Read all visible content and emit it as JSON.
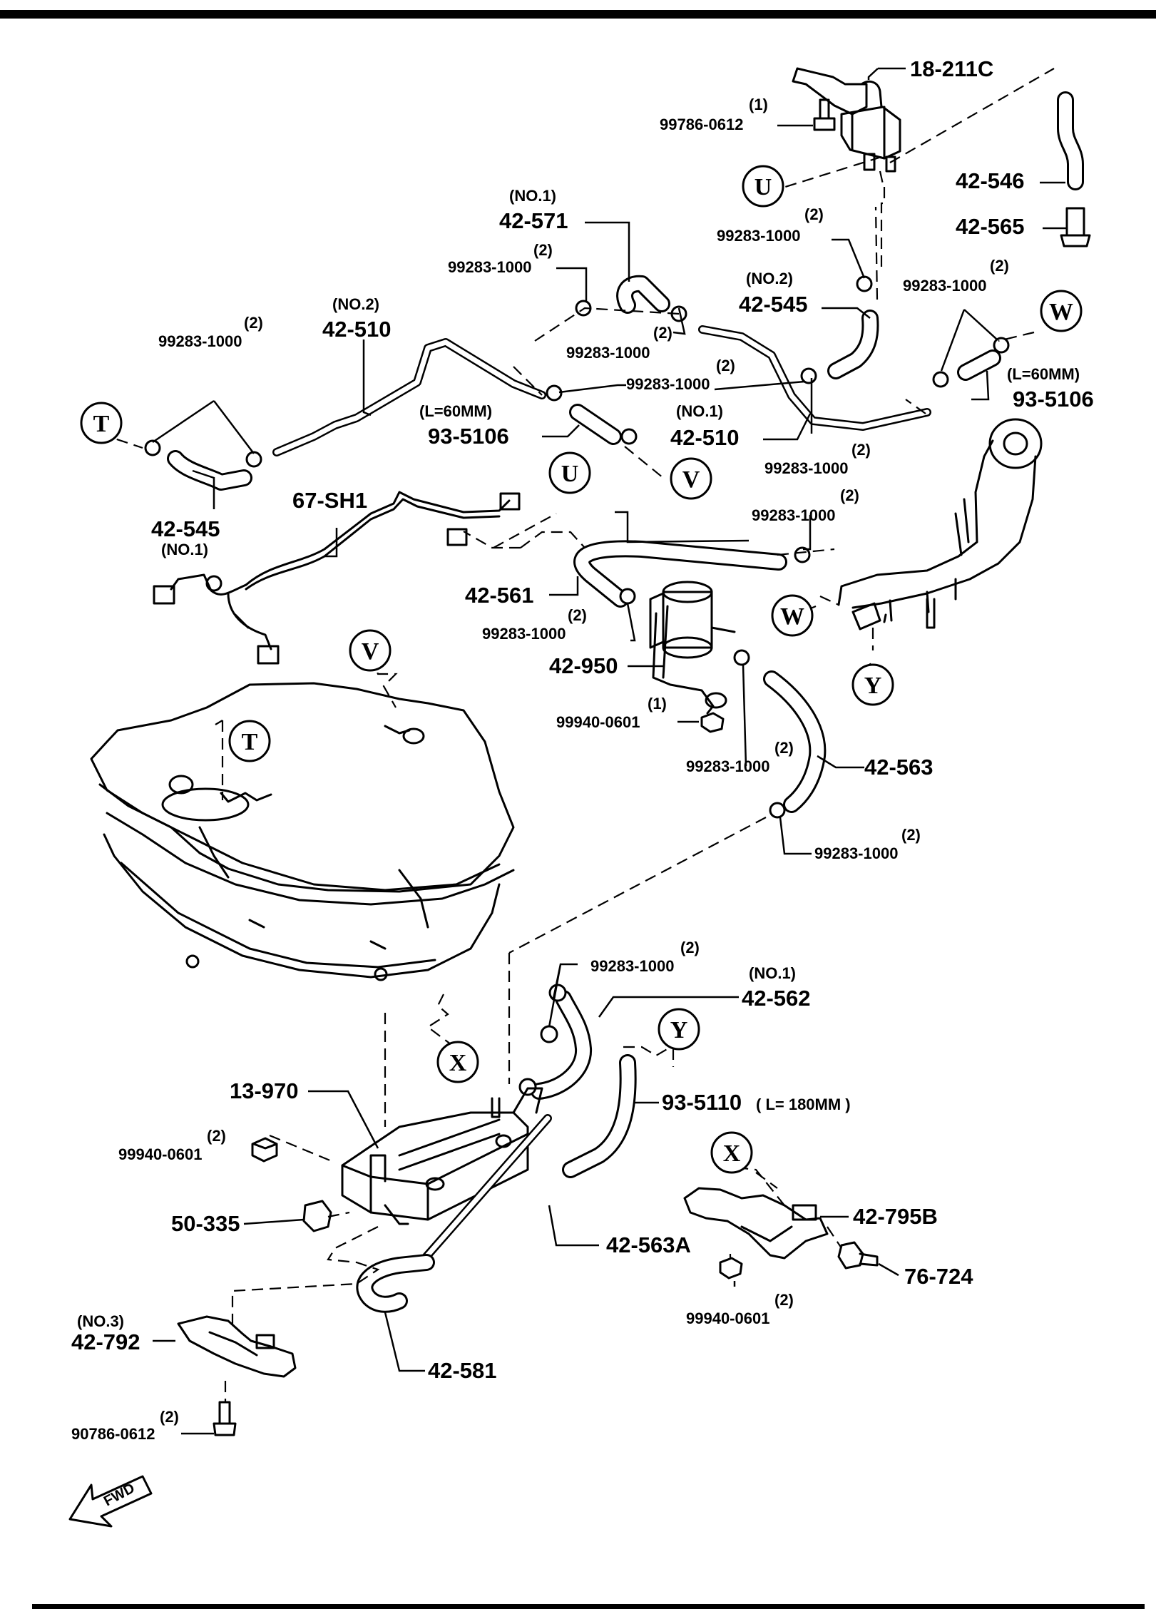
{
  "labels": {
    "p18_211c": "18-211C",
    "p99786_0612_qty": "(1)",
    "p99786_0612": "99786-0612",
    "p42_546": "42-546",
    "p42_565": "42-565",
    "clamp_code": "99283-1000",
    "qty2": "(2)",
    "qty1": "(1)",
    "no1": "(NO.1)",
    "no2": "(NO.2)",
    "no3": "(NO.3)",
    "p42_571": "42-571",
    "p42_545": "42-545",
    "p42_510": "42-510",
    "p93_5106": "93-5106",
    "len60": "(L=60MM)",
    "p67_sh1": "67-SH1",
    "p42_561": "42-561",
    "p42_950": "42-950",
    "p99940_0601": "99940-0601",
    "p42_563": "42-563",
    "p42_562": "42-562",
    "p13_970": "13-970",
    "p93_5110": "93-5110",
    "len180": "( L= 180MM )",
    "p50_335": "50-335",
    "p42_563a": "42-563A",
    "p42_795b": "42-795B",
    "p76_724": "76-724",
    "p42_792": "42-792",
    "p42_581": "42-581",
    "p90786_0612": "90786-0612",
    "fwd": "FWD"
  },
  "refs": {
    "T": "T",
    "U": "U",
    "V": "V",
    "W": "W",
    "X": "X",
    "Y": "Y"
  }
}
